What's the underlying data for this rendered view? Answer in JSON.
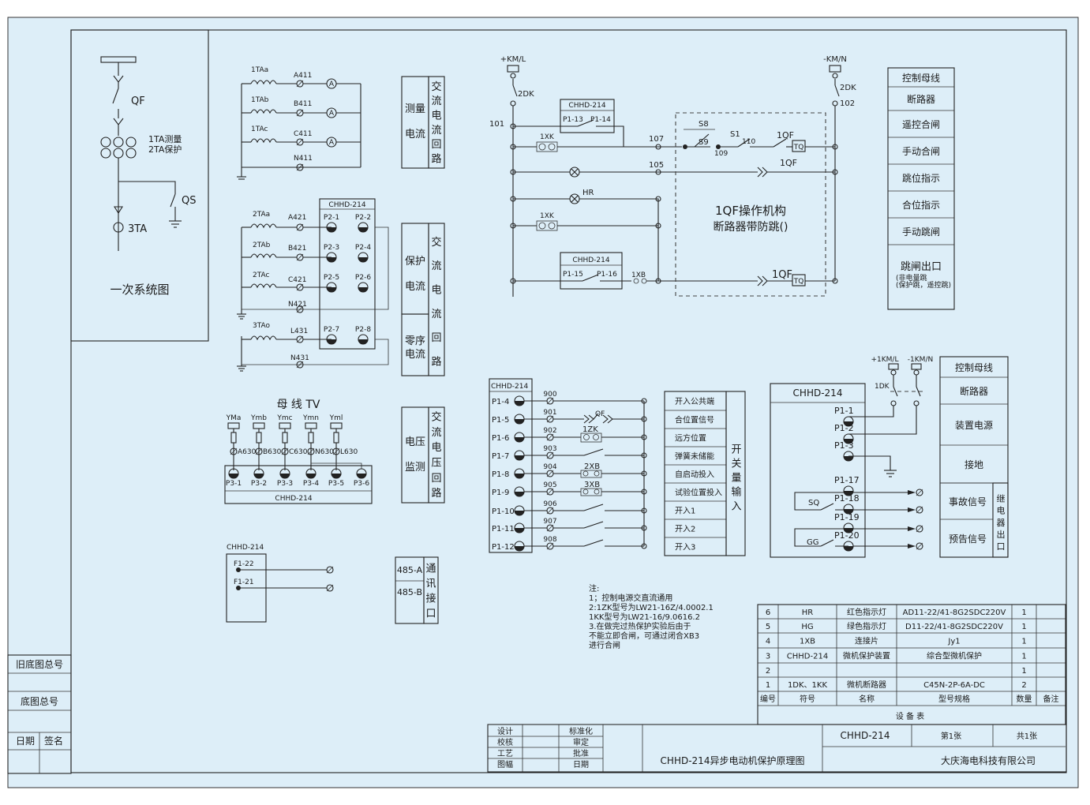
{
  "colors": {
    "background": "#ddeef8",
    "line": "#222222"
  },
  "primary": {
    "caption": "一次系统图",
    "qf": "QF",
    "ta_measure": "1TA测量",
    "ta_protect": "2TA保护",
    "qs": "QS",
    "ta3": "3TA"
  },
  "measure": {
    "ct": [
      "1TAa",
      "1TAb",
      "1TAc"
    ],
    "wires": [
      "A411",
      "B411",
      "C411",
      "N411"
    ],
    "meter": "A",
    "label": "测量\n电流",
    "side": "交流电流回路"
  },
  "protect": {
    "ct": [
      "2TAa",
      "2TAb",
      "2TAc",
      "3TAo"
    ],
    "wires": [
      "A421",
      "B421",
      "C421",
      "N421",
      "L431",
      "N431"
    ],
    "device": "CHHD-214",
    "terminals": [
      "P2-1",
      "P2-2",
      "P2-3",
      "P2-4",
      "P2-5",
      "P2-6",
      "P2-7",
      "P2-8"
    ],
    "label_protect": "保护\n电流",
    "label_zero": "零序\n电流",
    "side": "交流电流回路"
  },
  "tv": {
    "title": "母 线 TV",
    "buses": [
      "YMa",
      "Ymb",
      "Ymc",
      "Ymn",
      "Yml"
    ],
    "wires": [
      "A630",
      "B630",
      "C630",
      "N630",
      "L630"
    ],
    "terminals": [
      "P3-1",
      "P3-2",
      "P3-3",
      "P3-4",
      "P3-5",
      "P3-6"
    ],
    "device": "CHHD-214",
    "label": "电压\n监测",
    "side": "交流电压回路"
  },
  "comm": {
    "device": "CHHD-214",
    "terminals": [
      "F1-22",
      "F1-21"
    ],
    "ports": [
      "485-A",
      "485-B"
    ],
    "side": "通讯接口"
  },
  "control": {
    "bus_plus": "+KM/L",
    "bus_minus": "-KM/N",
    "dk_left": "2DK",
    "dk_right": "2DK",
    "n101": "101",
    "n102": "102",
    "n107": "107",
    "n105": "105",
    "n109": "109",
    "n110": "110",
    "device": "CHHD-214",
    "p1_13": "P1-13",
    "p1_14": "P1-14",
    "p1_15": "P1-15",
    "p1_16": "P1-16",
    "xk": "1XK",
    "xb": "1XB",
    "hr": "HR",
    "s8": "S8",
    "s9": "S9",
    "s1": "S1",
    "qf": "1QF",
    "tq": "TQ",
    "mech_title": "1QF操作机构",
    "mech_subtitle": "断路器带防跳()"
  },
  "legend_top": {
    "items": [
      "控制母线",
      "断路器",
      "遥控合闸",
      "手动合闸",
      "跳位指示",
      "合位指示",
      "手动跳闸",
      "跳闸出口"
    ],
    "note": "(非电量跳\n(保护跳，遥控跳)"
  },
  "inputs": {
    "device": "CHHD-214",
    "terminals": [
      "P1-4",
      "P1-5",
      "P1-6",
      "P1-7",
      "P1-8",
      "P1-9",
      "P1-10",
      "P1-11",
      "P1-12"
    ],
    "nodes": [
      "900",
      "901",
      "902",
      "903",
      "904",
      "905",
      "906",
      "907",
      "908"
    ],
    "qf": "QF",
    "zk": "1ZK",
    "xb2": "2XB",
    "xb3": "3XB",
    "labels": [
      "开入公共端",
      "合位置信号",
      "远方位置",
      "弹簧未储能",
      "自启动投入",
      "试验位置投入",
      "开入1",
      "开入2",
      "开入3"
    ],
    "side": "开关量输入"
  },
  "relay": {
    "device": "CHHD-214",
    "bus_plus": "+1KM/L",
    "bus_minus": "-1KM/N",
    "dk": "1DK",
    "terminals": [
      "P1-1",
      "P1-2",
      "P1-3",
      "P1-17",
      "P1-18",
      "P1-19",
      "P1-20"
    ],
    "sq": "SQ",
    "gg": "GG",
    "legend": [
      "控制母线",
      "断路器",
      "装置电源",
      "接地",
      "事故信号",
      "预告信号"
    ],
    "side": "继电器出口"
  },
  "notes": {
    "title": "注:",
    "lines": [
      "1；控制电源交直流通用",
      "2:1ZK型号为LW21-16Z/4.0002.1",
      "   1KK型号为LW21-16/9.0616.2",
      "3.在做完过热保护实验后由于",
      "不能立即合闸，可通过闭合XB3",
      "进行合闸"
    ]
  },
  "equipment": {
    "title": "设 备 表",
    "headers": [
      "编号",
      "符号",
      "名称",
      "型号规格",
      "数量",
      "备注"
    ],
    "rows": [
      [
        "6",
        "HR",
        "红色指示灯",
        "AD11-22/41-8G2SDC220V",
        "1",
        ""
      ],
      [
        "5",
        "HG",
        "绿色指示灯",
        "D11-22/41-8G2SDC220V",
        "1",
        ""
      ],
      [
        "4",
        "1XB",
        "连接片",
        "Jy1",
        "1",
        ""
      ],
      [
        "3",
        "CHHD-214",
        "微机保护装置",
        "综合型微机保护",
        "1",
        ""
      ],
      [
        "2",
        "",
        "",
        "",
        "1",
        ""
      ],
      [
        "1",
        "1DK、1KK",
        "微机断路器",
        "C45N-2P-6A-DC",
        "2",
        ""
      ]
    ]
  },
  "title_block": {
    "left_col": [
      "设计",
      "校核",
      "工艺",
      "图幅"
    ],
    "mid_col": [
      "标准化",
      "审定",
      "批准",
      "日期"
    ],
    "drawing_title": "CHHD-214异步电动机保护原理图",
    "code": "CHHD-214",
    "sheet": "第1张",
    "total": "共1张",
    "company": "大庆海电科技有限公司"
  },
  "side_block": {
    "old_no": "旧底图总号",
    "base_no": "底图总号",
    "date": "日期",
    "sign": "签名"
  }
}
